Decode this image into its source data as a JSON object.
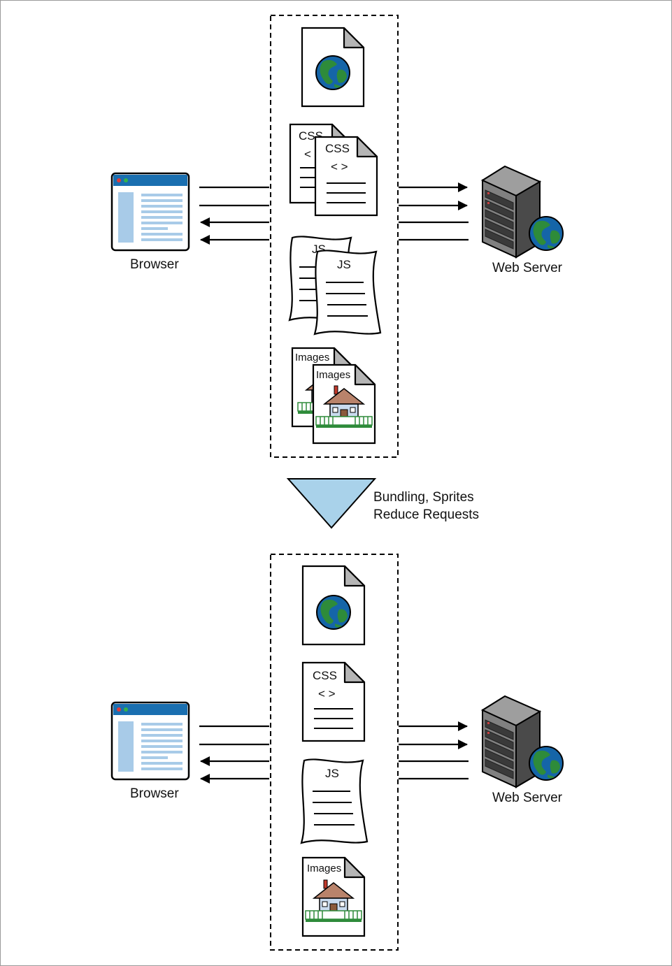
{
  "diagram": {
    "before": {
      "browser_label": "Browser",
      "server_label": "Web Server",
      "resources": {
        "css_label_back": "CSS",
        "css_label_front": "CSS",
        "css_brackets": "< >",
        "js_label_back": "JS",
        "js_label_front": "JS",
        "images_label_back": "Images",
        "images_label_front": "Images"
      }
    },
    "transition": {
      "line1": "Bundling, Sprites",
      "line2": "Reduce Requests"
    },
    "after": {
      "browser_label": "Browser",
      "server_label": "Web Server",
      "resources": {
        "css_label": "CSS",
        "css_brackets": "< >",
        "js_label": "JS",
        "images_label": "Images"
      }
    },
    "colors": {
      "browser_bar": "#1a6fb0",
      "browser_panel": "#a8cbe8",
      "globe_ocean": "#1565a8",
      "globe_land": "#2e8b3a",
      "triangle_fill": "#a9d2ea",
      "house_roof": "#b9836b",
      "house_wall": "#c9dbef",
      "fence": "#2e8b3a"
    }
  }
}
